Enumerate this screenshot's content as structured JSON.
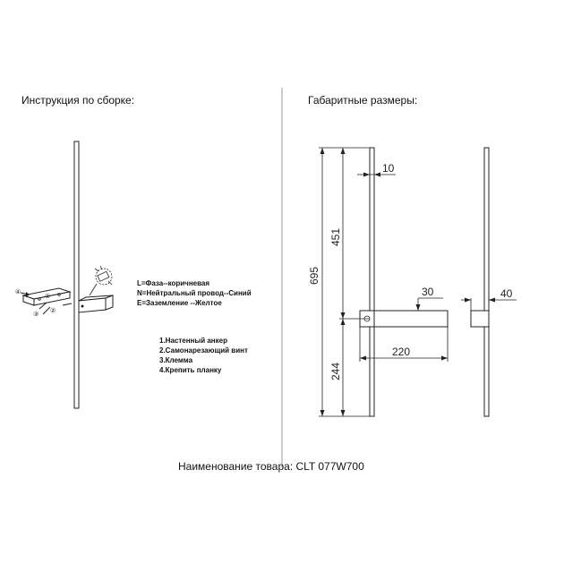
{
  "headings": {
    "assembly": "Инструкция по сборке:",
    "dimensions": "Габаритные размеры:"
  },
  "wiring": [
    "L=Фаза--коричневая",
    "N=Нейтральный провод--Синий",
    "E=Заземление --Желтое"
  ],
  "steps": [
    "1.Настенный анкер",
    "2.Самонарезающий винт",
    "3.Клемма",
    "4.Крепить планку"
  ],
  "callouts": [
    "④",
    "①",
    "②",
    "③"
  ],
  "dimensions": {
    "total_height": "695",
    "upper_height": "451",
    "lower_height": "244",
    "bar_width": "10",
    "bracket_height": "30",
    "bracket_length": "220",
    "side_depth": "40"
  },
  "product": "Наименование товара: CLT 077W700"
}
